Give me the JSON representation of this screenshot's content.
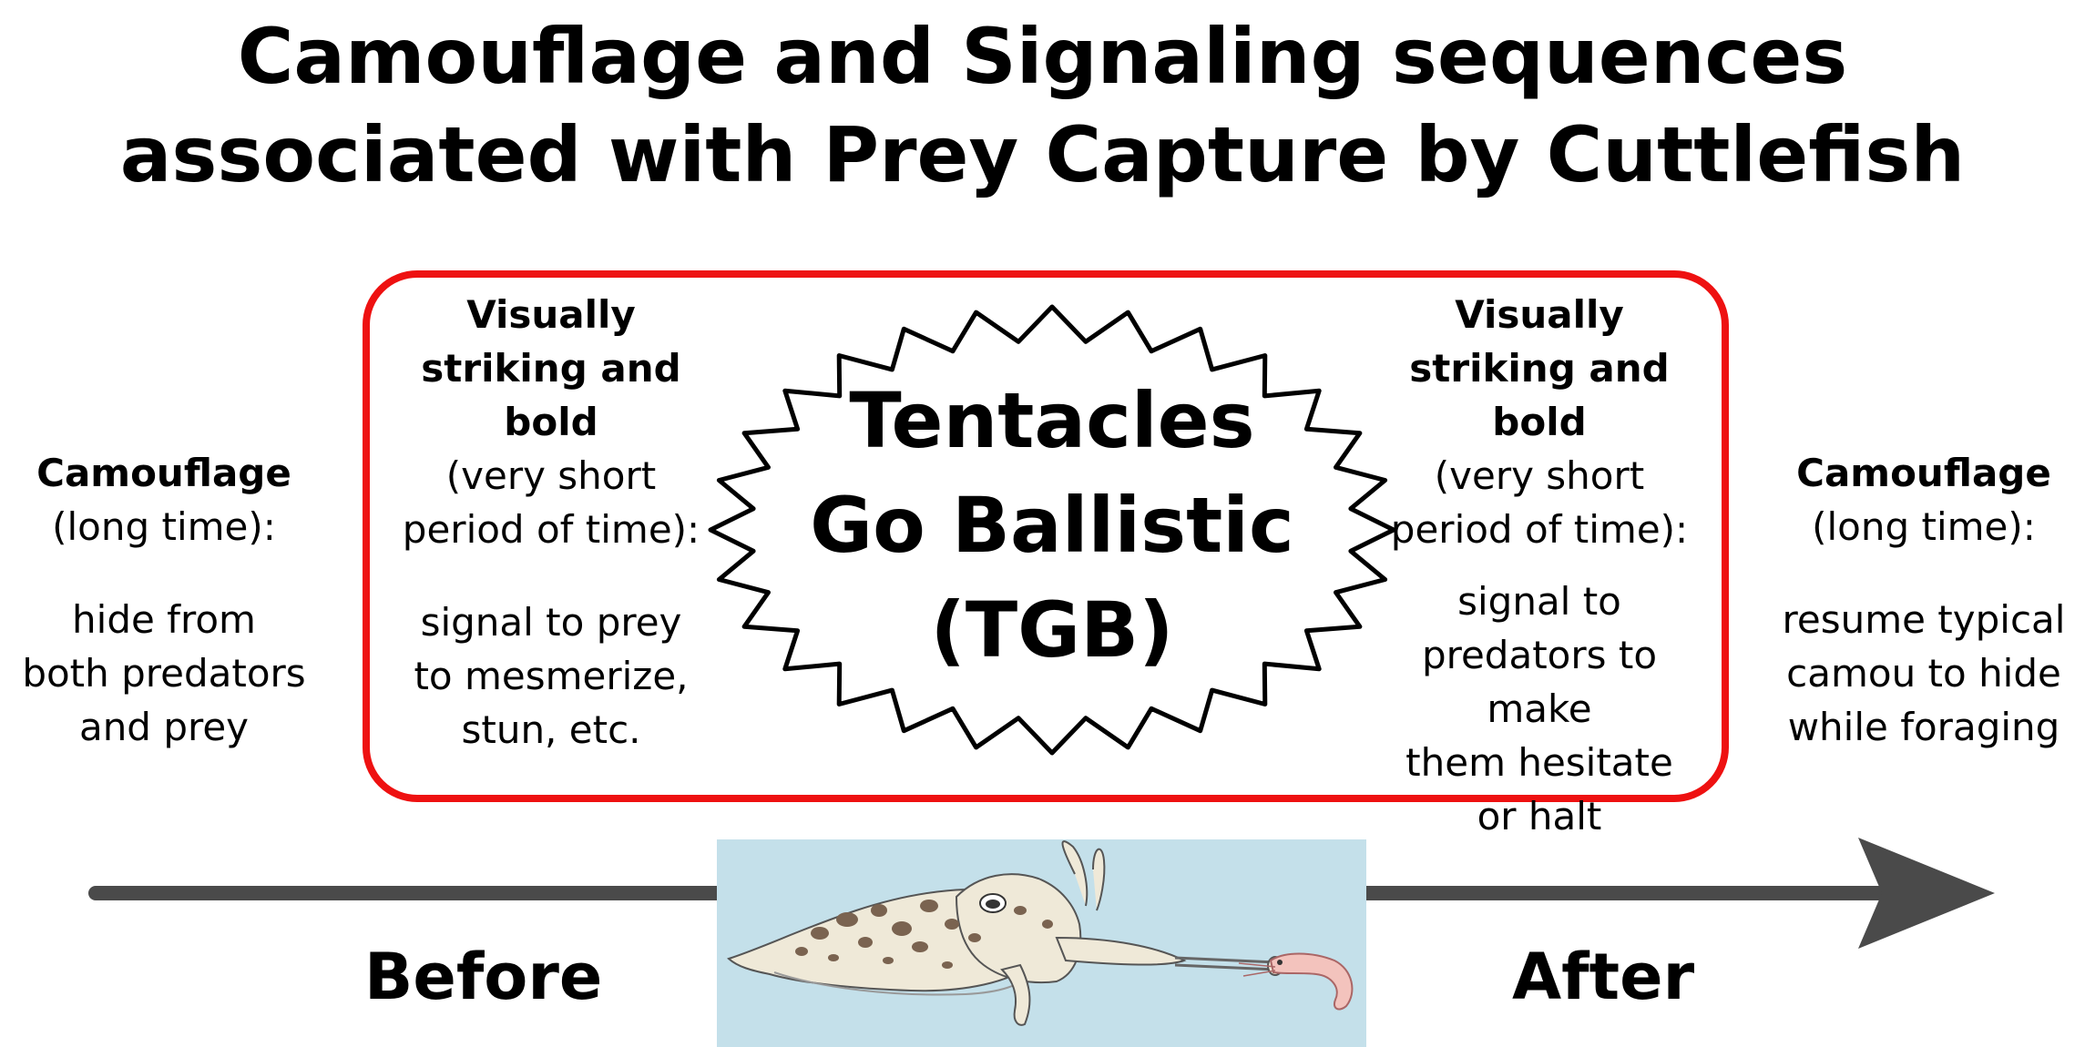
{
  "title": {
    "line1": "Camouflage and Signaling sequences",
    "line2": "associated with Prey Capture by Cuttlefish"
  },
  "left_camo": {
    "heading": "Camouflage",
    "duration": "(long time):",
    "desc": [
      "hide from",
      "both predators",
      "and prey"
    ]
  },
  "left_signal": {
    "heading": [
      "Visually",
      "striking and",
      "bold"
    ],
    "duration": [
      "(very short",
      "period of time):"
    ],
    "desc": [
      "signal to prey",
      "to mesmerize,",
      "stun, etc."
    ]
  },
  "burst": {
    "lines": [
      "Tentacles",
      "Go Ballistic",
      "(TGB)"
    ]
  },
  "right_signal": {
    "heading": [
      "Visually",
      "striking and",
      "bold"
    ],
    "duration": [
      "(very short",
      "period of time):"
    ],
    "desc": [
      "signal to",
      "predators to make",
      "them hesitate",
      "or halt"
    ]
  },
  "right_camo": {
    "heading": "Camouflage",
    "duration": "(long time):",
    "desc": [
      "resume typical",
      "camou to hide",
      "while foraging"
    ]
  },
  "timeline": {
    "before_label": "Before",
    "after_label": "After"
  },
  "colors": {
    "frame": "#ee1111",
    "arrow": "#4a4a4a",
    "water": "#c4e0ea",
    "cuttlefish_body": "#efe9d8",
    "cuttlefish_spots": "#7a6350",
    "shrimp": "#f3c3bd"
  }
}
